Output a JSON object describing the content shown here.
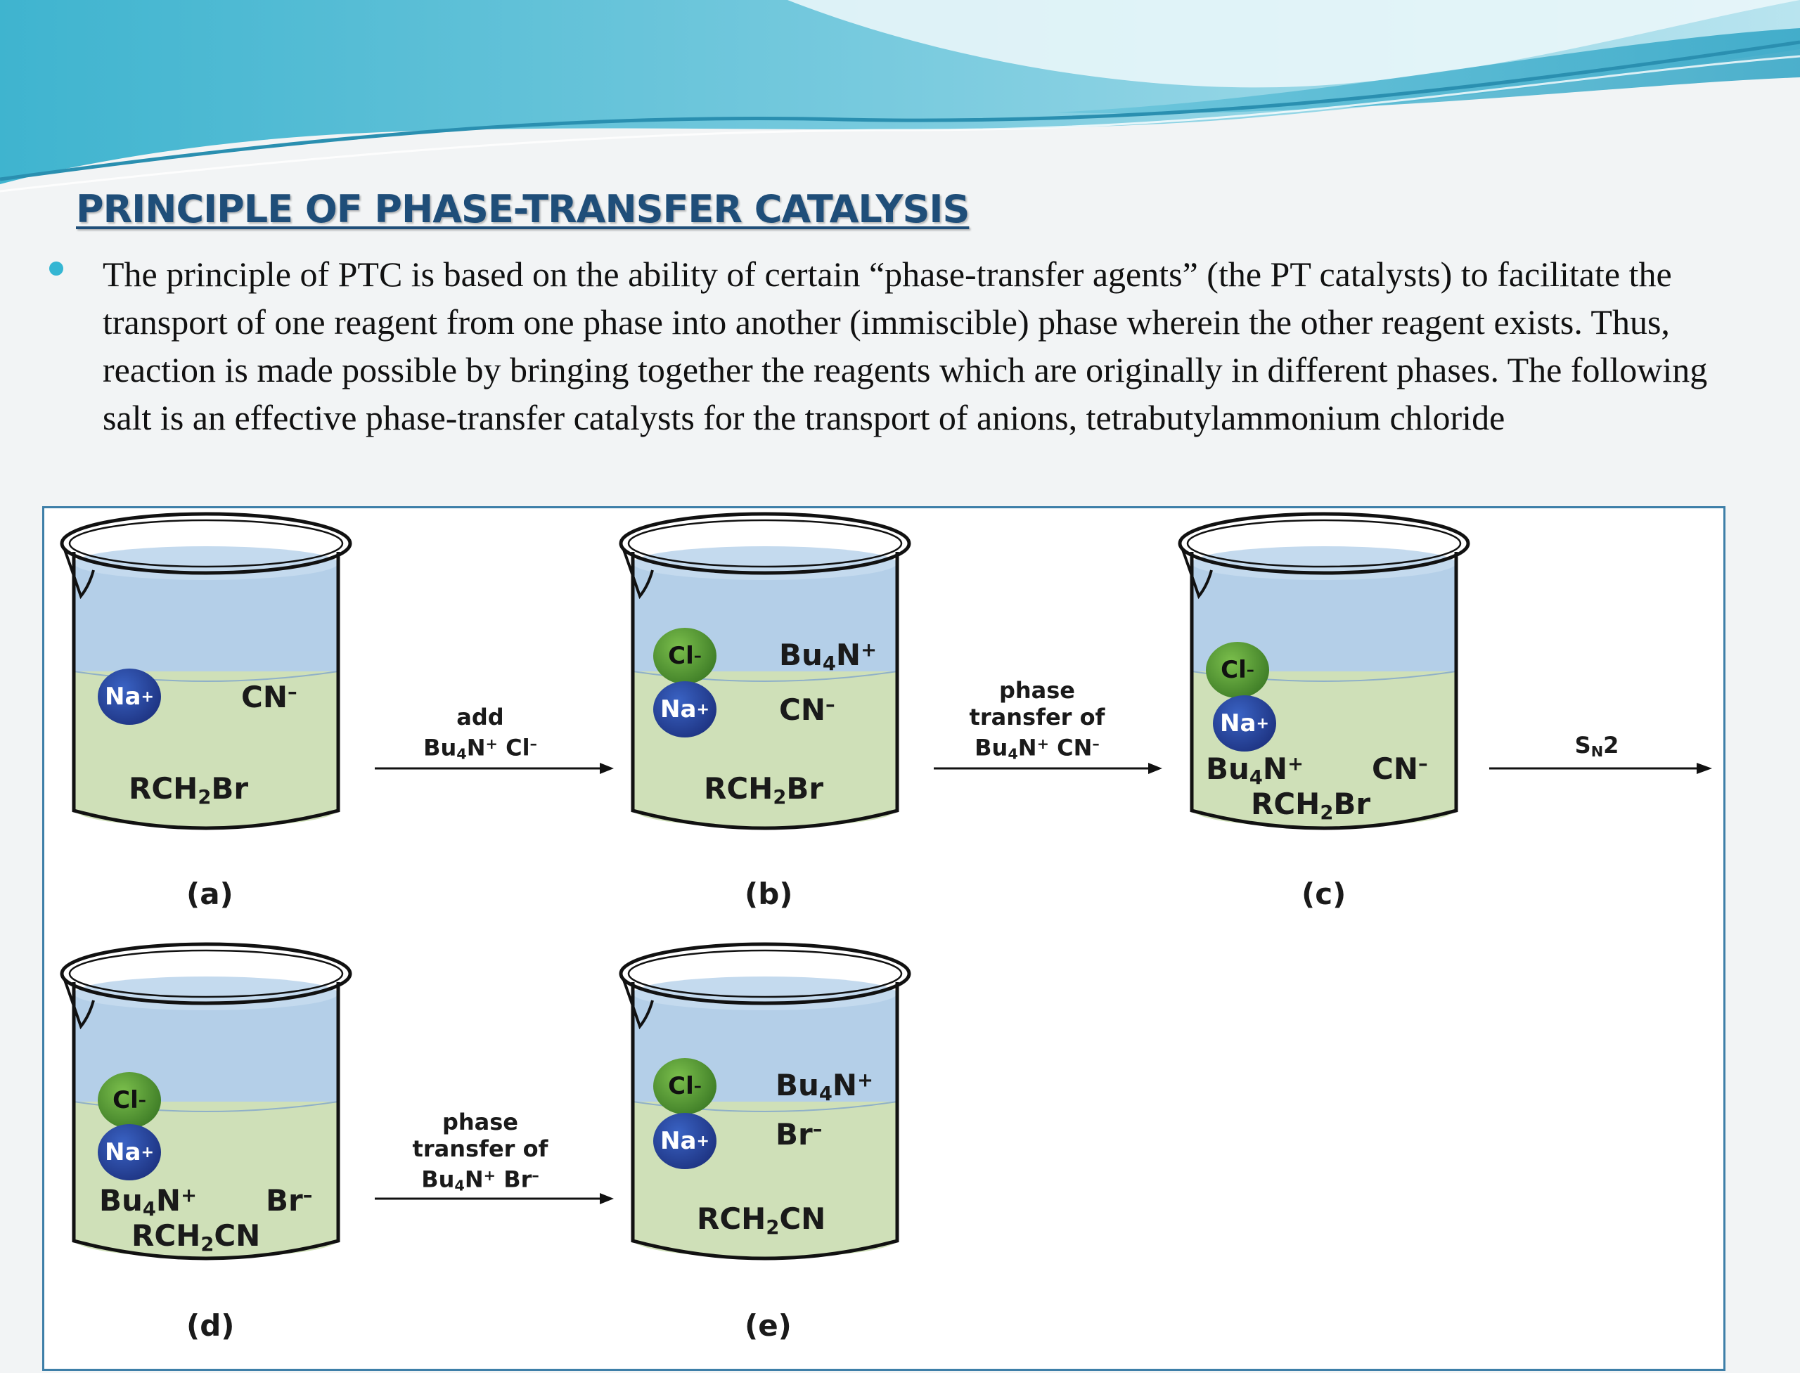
{
  "slide": {
    "title": "PRINCIPLE OF PHASE-TRANSFER CATALYSIS",
    "body": "The principle of PTC is based on the ability of certain “phase-transfer agents”  (the PT catalysts) to facilitate the transport of one reagent from one phase into another (immiscible) phase wherein the other reagent exists. Thus, reaction is made possible by bringing together the reagents which are originally in different phases. The following salt is an effective phase-transfer catalysts for the transport of anions, tetrabutylammonium chloride"
  },
  "figure": {
    "beakers": {
      "a": {
        "caption": "(a)",
        "na": "Na",
        "cn": "CN",
        "rch2br_r": "RCH",
        "rch2br_br": "Br"
      },
      "b": {
        "caption": "(b)",
        "cl": "Cl",
        "na": "Na",
        "bu": "Bu",
        "bu_n": "N",
        "cn": "CN",
        "rch2br_r": "RCH",
        "rch2br_br": "Br"
      },
      "c": {
        "caption": "(c)",
        "cl": "Cl",
        "na": "Na",
        "bu": "Bu",
        "bu_n": "N",
        "cn": "CN",
        "rch2br_r": "RCH",
        "rch2br_br": "Br"
      },
      "d": {
        "caption": "(d)",
        "cl": "Cl",
        "na": "Na",
        "bu": "Bu",
        "bu_n": "N",
        "br": "Br",
        "rch2cn_r": "RCH",
        "rch2cn_cn": "CN"
      },
      "e": {
        "caption": "(e)",
        "cl": "Cl",
        "na": "Na",
        "bu": "Bu",
        "bu_n": "N",
        "br": "Br",
        "rch2cn_r": "RCH",
        "rch2cn_cn": "CN"
      }
    },
    "arrows": {
      "ab": {
        "line1": "add",
        "bu": "Bu",
        "bu_n": "N",
        "cl": "Cl"
      },
      "bc": {
        "line1": "phase",
        "line2": "transfer of",
        "bu": "Bu",
        "bu_n": "N",
        "cn": "CN"
      },
      "cd": {
        "s": "S",
        "n": "N",
        "two": "2"
      },
      "de": {
        "line1": "phase",
        "line2": "transfer of",
        "bu": "Bu",
        "bu_n": "N",
        "br": "Br"
      }
    },
    "symbols": {
      "sub4": "4",
      "sub2": "2",
      "plus": "+",
      "minus": "–",
      "sup_minus": "–"
    }
  },
  "colors": {
    "title": "#1f4e79",
    "bullet": "#35b6d3",
    "figure_border": "#3e7fa8",
    "aqueous_phase": "#b4cfe8",
    "organic_phase": "#cfe0b8",
    "sodium_ion": "#1f3a93",
    "chloride_ion": "#5a9e34"
  }
}
